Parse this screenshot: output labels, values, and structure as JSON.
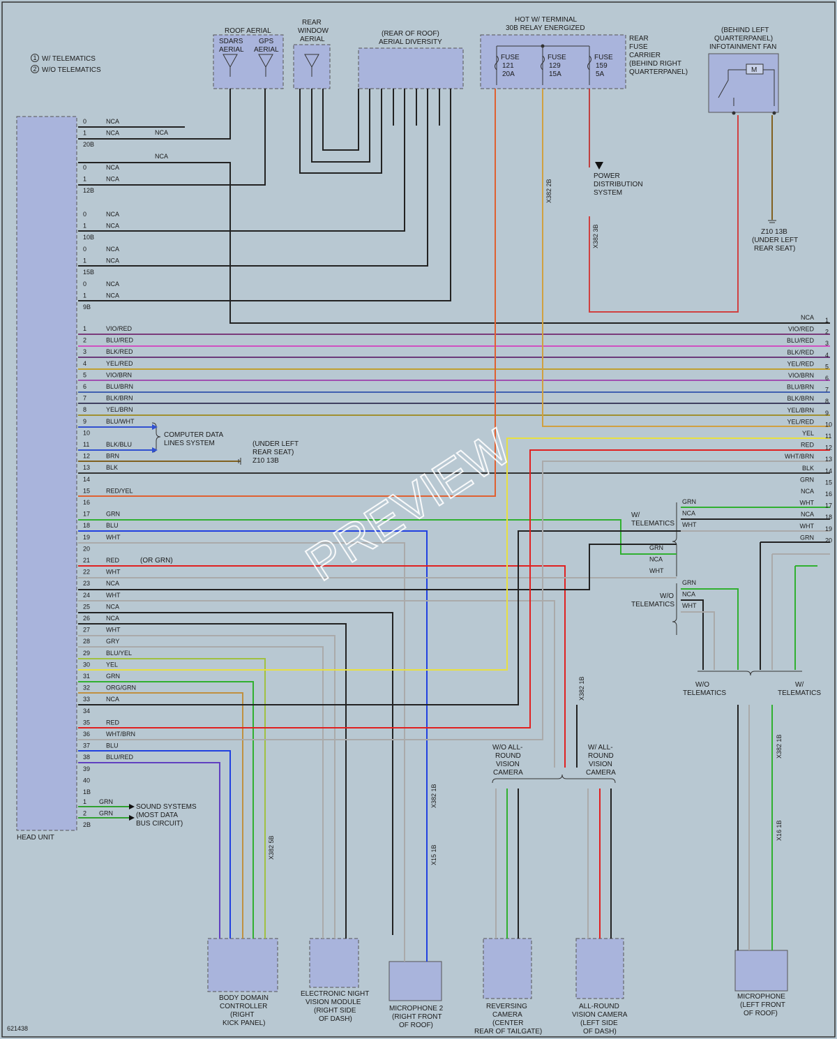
{
  "figure_id": "621438",
  "legend": {
    "one": "W/ TELEMATICS",
    "two": "W/O TELEMATICS"
  },
  "head_unit": {
    "label": "HEAD UNIT"
  },
  "aerials": {
    "roof_title": "ROOF AERIAL",
    "sdars": [
      "SDARS",
      "AERIAL"
    ],
    "gps": [
      "GPS",
      "AERIAL"
    ],
    "rear_window": [
      "REAR",
      "WINDOW",
      "AERIAL"
    ],
    "diversity": [
      "(REAR OF ROOF)",
      "AERIAL DIVERSITY"
    ]
  },
  "fuse_carrier": {
    "hot": [
      "HOT W/ TERMINAL",
      "30B RELAY ENERGIZED"
    ],
    "label": [
      "REAR",
      "FUSE",
      "CARRIER",
      "(BEHIND RIGHT",
      "QUARTERPANEL)"
    ],
    "fuses": [
      {
        "name": "FUSE",
        "num": "121",
        "amp": "20A"
      },
      {
        "name": "FUSE",
        "num": "129",
        "amp": "15A"
      },
      {
        "name": "FUSE",
        "num": "159",
        "amp": "5A"
      }
    ],
    "power_dist": [
      "POWER",
      "DISTRIBUTION",
      "SYSTEM"
    ]
  },
  "fan": {
    "label": [
      "(BEHIND LEFT",
      "QUARTERPANEL)",
      "INFOTAINMENT FAN"
    ],
    "motor": "M",
    "ground": [
      "Z10 13B",
      "(UNDER LEFT",
      "REAR SEAT)"
    ]
  },
  "computer_data": [
    "COMPUTER DATA",
    "LINES SYSTEM"
  ],
  "ground_z10": [
    "(UNDER LEFT",
    "REAR SEAT)",
    "Z10 13B"
  ],
  "sound_systems": [
    "SOUND SYSTEMS",
    "(MOST DATA",
    "BUS CIRCUIT)"
  ],
  "or_grn": "(OR GRN)",
  "telematics_groups": {
    "w": [
      "W/",
      "TELEMATICS"
    ],
    "wo": [
      "W/O",
      "TELEMATICS"
    ]
  },
  "head_pins_upper": [
    {
      "pin": "0",
      "wire": "NCA"
    },
    {
      "pin": "1",
      "wire": "NCA"
    },
    {
      "pin": "20B",
      "wire": ""
    },
    {
      "pin": "0",
      "wire": "NCA"
    },
    {
      "pin": "1",
      "wire": "NCA"
    },
    {
      "pin": "12B",
      "wire": ""
    },
    {
      "pin": "0",
      "wire": "NCA"
    },
    {
      "pin": "1",
      "wire": "NCA"
    },
    {
      "pin": "10B",
      "wire": ""
    },
    {
      "pin": "0",
      "wire": "NCA"
    },
    {
      "pin": "1",
      "wire": "NCA"
    },
    {
      "pin": "15B",
      "wire": ""
    },
    {
      "pin": "0",
      "wire": "NCA"
    },
    {
      "pin": "1",
      "wire": "NCA"
    },
    {
      "pin": "9B",
      "wire": ""
    }
  ],
  "right_bus": [
    {
      "pin": "1",
      "color": "VIO/RED"
    },
    {
      "pin": "2",
      "color": "BLU/RED"
    },
    {
      "pin": "3",
      "color": "BLK/RED"
    },
    {
      "pin": "4",
      "color": "YEL/RED"
    },
    {
      "pin": "5",
      "color": "VIO/BRN"
    },
    {
      "pin": "6",
      "color": "BLU/BRN"
    },
    {
      "pin": "7",
      "color": "BLK/BRN"
    },
    {
      "pin": "8",
      "color": "YEL/BRN"
    }
  ],
  "head_pins_main": [
    {
      "pin": "1",
      "color": "VIO/RED"
    },
    {
      "pin": "2",
      "color": "BLU/RED"
    },
    {
      "pin": "3",
      "color": "BLK/RED"
    },
    {
      "pin": "4",
      "color": "YEL/RED"
    },
    {
      "pin": "5",
      "color": "VIO/BRN"
    },
    {
      "pin": "6",
      "color": "BLU/BRN"
    },
    {
      "pin": "7",
      "color": "BLK/BRN"
    },
    {
      "pin": "8",
      "color": "YEL/BRN"
    },
    {
      "pin": "9",
      "color": "BLU/WHT"
    },
    {
      "pin": "10",
      "color": ""
    },
    {
      "pin": "11",
      "color": "BLK/BLU"
    },
    {
      "pin": "12",
      "color": "BRN"
    },
    {
      "pin": "13",
      "color": "BLK"
    },
    {
      "pin": "14",
      "color": ""
    },
    {
      "pin": "15",
      "color": "RED/YEL"
    },
    {
      "pin": "16",
      "color": ""
    },
    {
      "pin": "17",
      "color": "GRN"
    },
    {
      "pin": "18",
      "color": "BLU"
    },
    {
      "pin": "19",
      "color": "WHT"
    },
    {
      "pin": "20",
      "color": ""
    },
    {
      "pin": "21",
      "color": "RED"
    },
    {
      "pin": "22",
      "color": "WHT"
    },
    {
      "pin": "23",
      "color": "NCA"
    },
    {
      "pin": "24",
      "color": "WHT"
    },
    {
      "pin": "25",
      "color": "NCA"
    },
    {
      "pin": "26",
      "color": "NCA"
    },
    {
      "pin": "27",
      "color": "WHT"
    },
    {
      "pin": "28",
      "color": "GRY"
    },
    {
      "pin": "29",
      "color": "BLU/YEL"
    },
    {
      "pin": "30",
      "color": "YEL"
    },
    {
      "pin": "31",
      "color": "GRN"
    },
    {
      "pin": "32",
      "color": "ORG/GRN"
    },
    {
      "pin": "33",
      "color": "NCA"
    },
    {
      "pin": "34",
      "color": ""
    },
    {
      "pin": "35",
      "color": "RED"
    },
    {
      "pin": "36",
      "color": "WHT/BRN"
    },
    {
      "pin": "37",
      "color": "BLU"
    },
    {
      "pin": "38",
      "color": "BLU/RED"
    },
    {
      "pin": "39",
      "color": ""
    },
    {
      "pin": "40",
      "color": ""
    },
    {
      "pin": "1B",
      "color": ""
    }
  ],
  "head_pins_bottom": [
    {
      "pin": "1",
      "color": "GRN"
    },
    {
      "pin": "2",
      "color": "GRN"
    },
    {
      "pin": "2B",
      "color": ""
    }
  ],
  "right_pins": [
    {
      "pin": "1",
      "color": "NCA"
    },
    {
      "pin": "2",
      "color": "VIO/RED"
    },
    {
      "pin": "3",
      "color": "BLU/RED"
    },
    {
      "pin": "4",
      "color": "BLK/RED"
    },
    {
      "pin": "5",
      "color": "YEL/RED"
    },
    {
      "pin": "6",
      "color": "VIO/BRN"
    },
    {
      "pin": "7",
      "color": "BLU/BRN"
    },
    {
      "pin": "8",
      "color": "BLK/BRN"
    },
    {
      "pin": "9",
      "color": "YEL/BRN"
    },
    {
      "pin": "10",
      "color": "YEL/RED"
    },
    {
      "pin": "11",
      "color": "YEL"
    },
    {
      "pin": "12",
      "color": "RED"
    },
    {
      "pin": "13",
      "color": "WHT/BRN"
    },
    {
      "pin": "14",
      "color": "BLK"
    },
    {
      "pin": "15",
      "color": "GRN"
    },
    {
      "pin": "16",
      "color": "NCA"
    },
    {
      "pin": "17",
      "color": "WHT"
    },
    {
      "pin": "18",
      "color": "NCA"
    },
    {
      "pin": "19",
      "color": "WHT"
    },
    {
      "pin": "20",
      "color": "GRN"
    }
  ],
  "wtel_labels": [
    "GRN",
    "NCA",
    "WHT"
  ],
  "mid_labels": [
    "GRN",
    "NCA",
    "WHT"
  ],
  "wotel_labels": [
    "GRN",
    "NCA",
    "WHT"
  ],
  "connectors": {
    "x382_2b": "X382 2B",
    "x382_3b": "X382 3B",
    "x382_1b": "X382 1B",
    "x382_5b": "X382 5B",
    "x15_1b": "X15 1B",
    "x16_1b": "X16 1B"
  },
  "modules": {
    "bdc": [
      "BODY DOMAIN",
      "CONTROLLER",
      "(RIGHT",
      "KICK PANEL)"
    ],
    "night_vision": [
      "ELECTRONIC NIGHT",
      "VISION MODULE",
      "(RIGHT SIDE",
      "OF DASH)"
    ],
    "mic2": [
      "MICROPHONE 2",
      "(RIGHT FRONT",
      "OF ROOF)"
    ],
    "reversing": [
      "REVERSING",
      "CAMERA",
      "(CENTER",
      "REAR OF TAILGATE)"
    ],
    "allround": [
      "ALL-ROUND",
      "VISION CAMERA",
      "(LEFT SIDE",
      "OF DASH)"
    ],
    "mic": [
      "MICROPHONE",
      "(LEFT FRONT",
      "OF ROOF)"
    ]
  },
  "camera_groups": {
    "wo": [
      "W/O ALL-",
      "ROUND",
      "VISION",
      "CAMERA"
    ],
    "w": [
      "W/ ALL-",
      "ROUND",
      "VISION",
      "CAMERA"
    ]
  },
  "watermark": "PREVIEW"
}
